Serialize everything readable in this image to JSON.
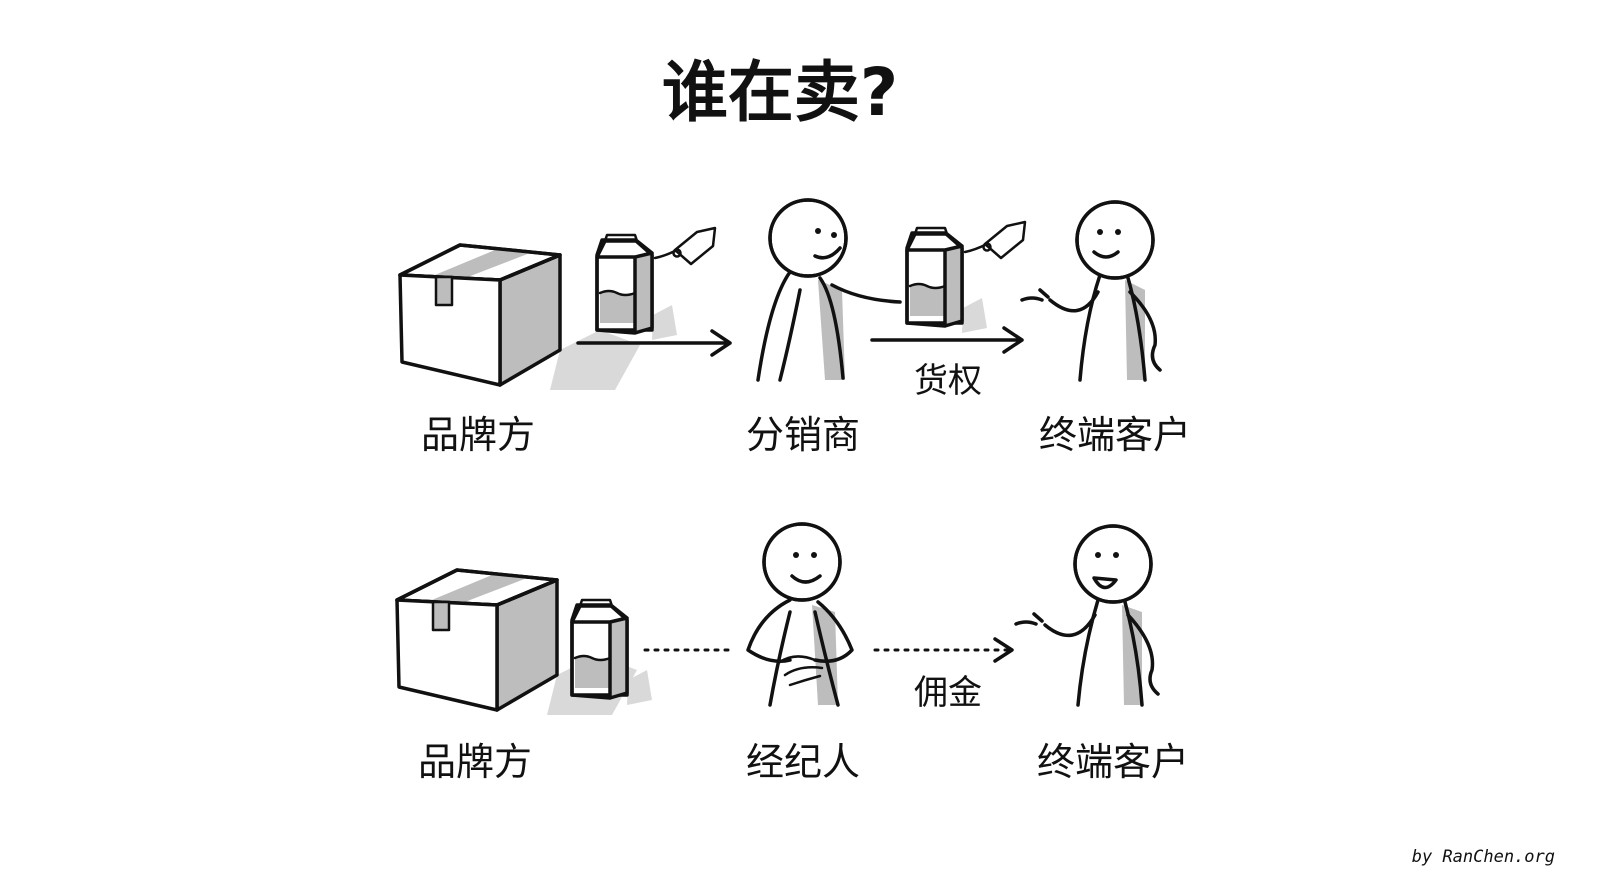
{
  "title": "谁在卖?",
  "rows": [
    {
      "nodes": [
        {
          "label": "品牌方"
        },
        {
          "label": "分销商"
        },
        {
          "label": "终端客户"
        }
      ],
      "edge_label": "货权"
    },
    {
      "nodes": [
        {
          "label": "品牌方"
        },
        {
          "label": "经纪人"
        },
        {
          "label": "终端客户"
        }
      ],
      "edge_label": "佣金"
    }
  ],
  "credit": "by RanChen.org",
  "colors": {
    "ink": "#111111",
    "shade": "#bdbdbd",
    "background": "#ffffff"
  }
}
